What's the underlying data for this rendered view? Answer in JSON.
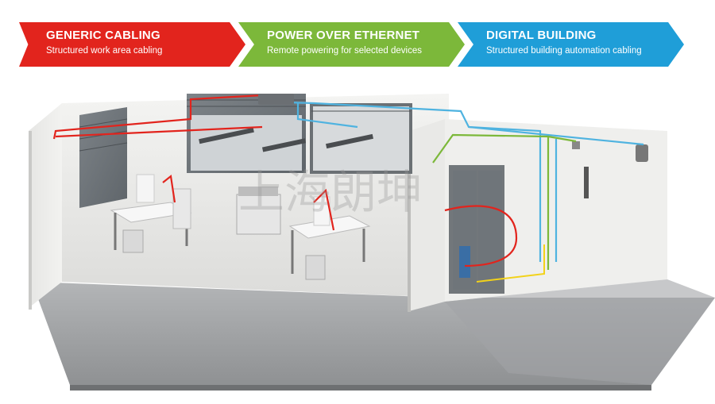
{
  "banners": [
    {
      "title": "GENERIC CABLING",
      "subtitle": "Structured work area cabling",
      "color": "#e2241d"
    },
    {
      "title": "POWER OVER ETHERNET",
      "subtitle": "Remote powering for selected devices",
      "color": "#7cb83a"
    },
    {
      "title": "DIGITAL BUILDING",
      "subtitle": "Structured building automation cabling",
      "color": "#1f9ed8"
    }
  ],
  "cable_colors": {
    "generic": "#e2241d",
    "poe": "#7cb83a",
    "digital": "#4fb3e0",
    "power": "#f2d21a"
  },
  "watermark": "上海朗坤"
}
